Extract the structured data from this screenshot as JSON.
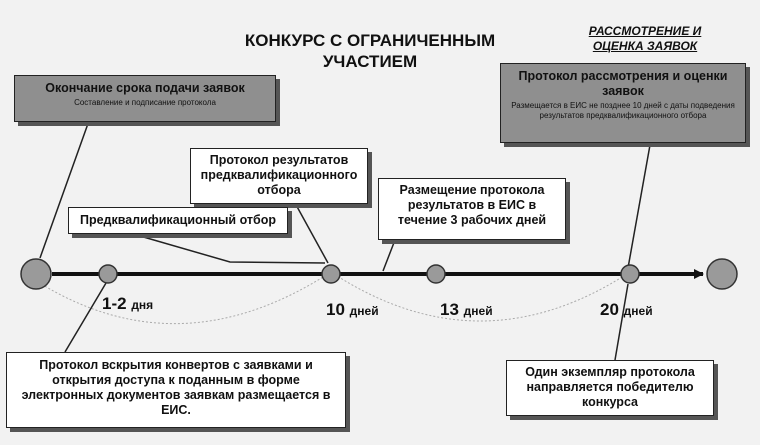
{
  "title": {
    "line1": "КОНКУРС С ОГРАНИЧЕННЫМ",
    "line2": "УЧАСТИЕМ"
  },
  "section_label": {
    "line1": "РАССМОТРЕНИЕ И",
    "line2": "ОЦЕНКА ЗАЯВОК"
  },
  "boxes": {
    "deadline": {
      "title": "Окончание срока подачи заявок",
      "sub": "Составление и подписание протокола"
    },
    "review_protocol": {
      "title": "Протокол рассмотрения и оценки заявок",
      "sub": "Размещается в ЕИС не позднее 10 дней с даты подведения результатов предквалификационного отбора"
    },
    "prequal_results": "Протокол результатов предквалификационного отбора",
    "publication": "Размещение протокола результатов в ЕИС в течение 3 рабочих дней",
    "prequal_selection": "Предквалификационный отбор",
    "opening_protocol": "Протокол вскрытия конвертов с заявками и открытия доступа к поданным в форме электронных документов заявкам размещается в ЕИС.",
    "winner_copy": "Один экземпляр протокола направляется победителю конкурса"
  },
  "timeline": {
    "days": [
      {
        "num": "1-2",
        "unit": "дня"
      },
      {
        "num": "10",
        "unit": "дней"
      },
      {
        "num": "13",
        "unit": "дней"
      },
      {
        "num": "20",
        "unit": "дней"
      }
    ]
  },
  "colors": {
    "background": "#f2f2f2",
    "box_grey": "#8f8f8f",
    "node": "#9a9a9a",
    "axis": "#111111"
  }
}
